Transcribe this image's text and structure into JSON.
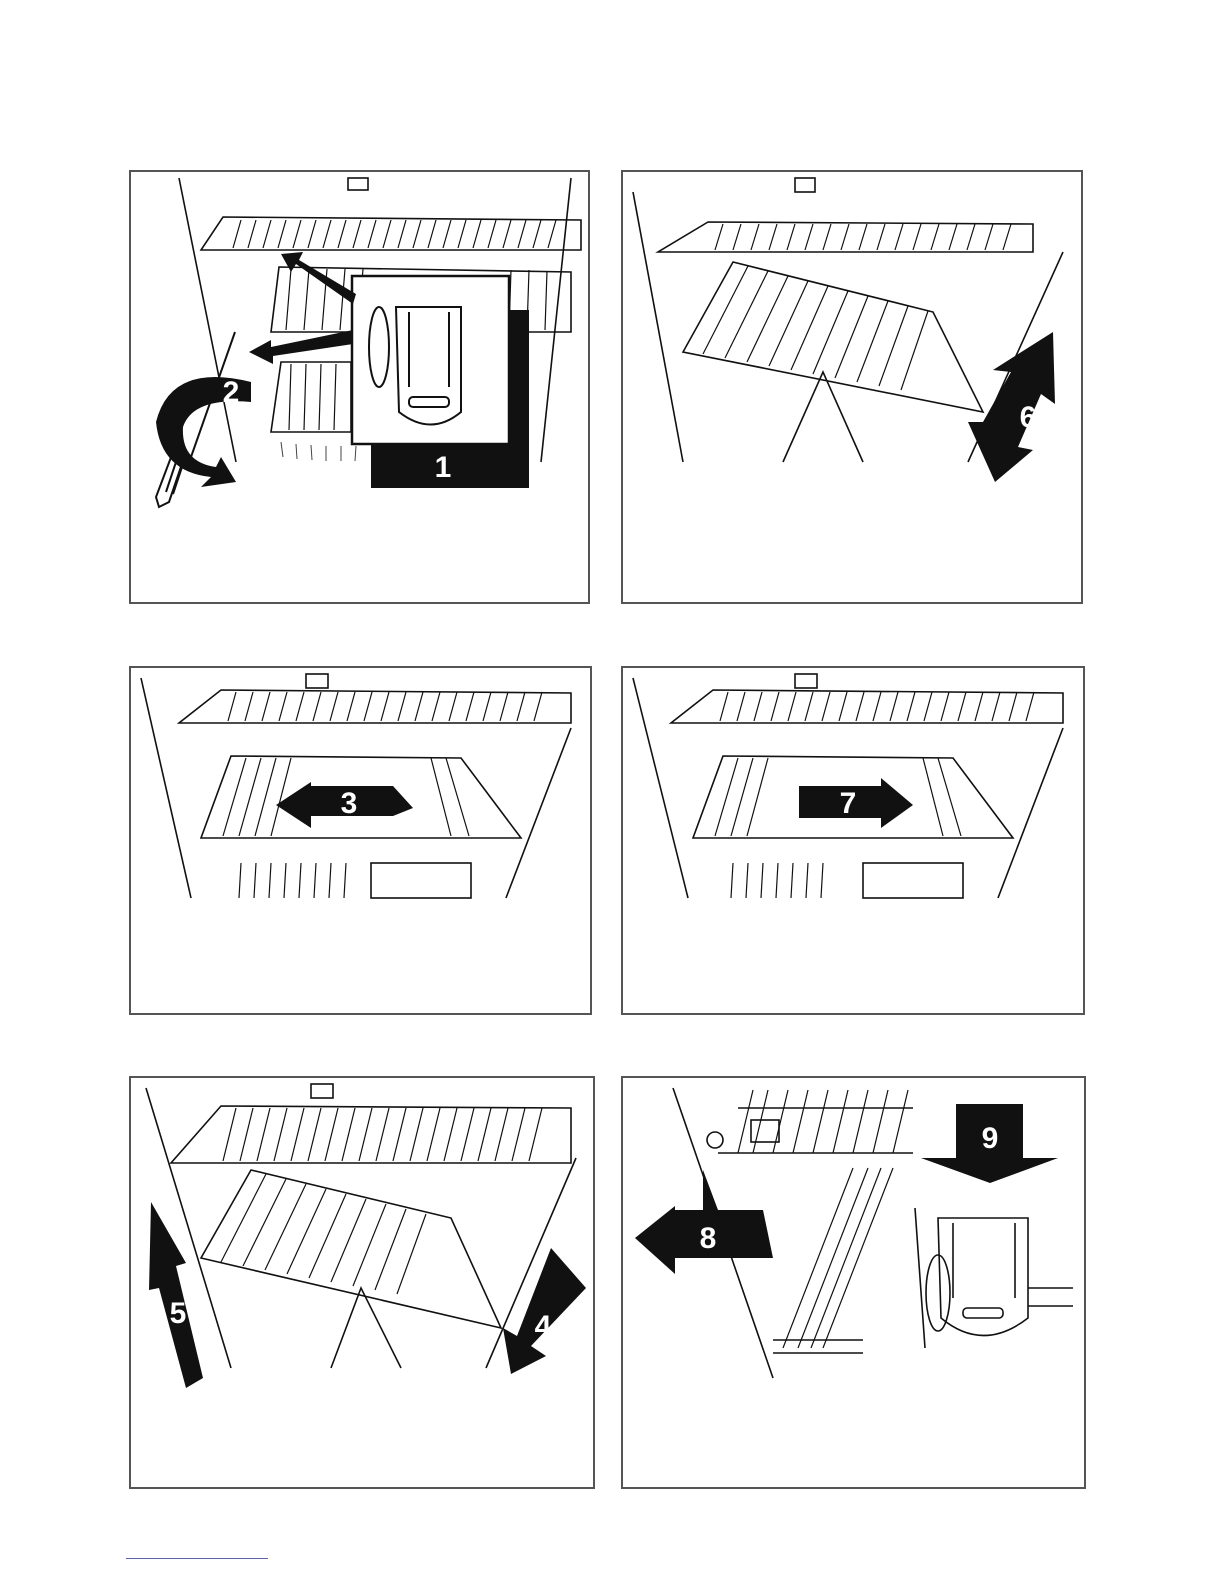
{
  "page": {
    "panels": [
      {
        "id": "panel-1",
        "steps": [
          "1",
          "2"
        ]
      },
      {
        "id": "panel-2",
        "steps": [
          "6"
        ]
      },
      {
        "id": "panel-3",
        "steps": [
          "3"
        ]
      },
      {
        "id": "panel-4",
        "steps": [
          "7"
        ]
      },
      {
        "id": "panel-5",
        "steps": [
          "5",
          "4"
        ]
      },
      {
        "id": "panel-6",
        "steps": [
          "8",
          "9"
        ]
      }
    ]
  },
  "colors": {
    "ink": "#111111",
    "frame": "#555555",
    "footer_rule": "#5a63a8"
  }
}
